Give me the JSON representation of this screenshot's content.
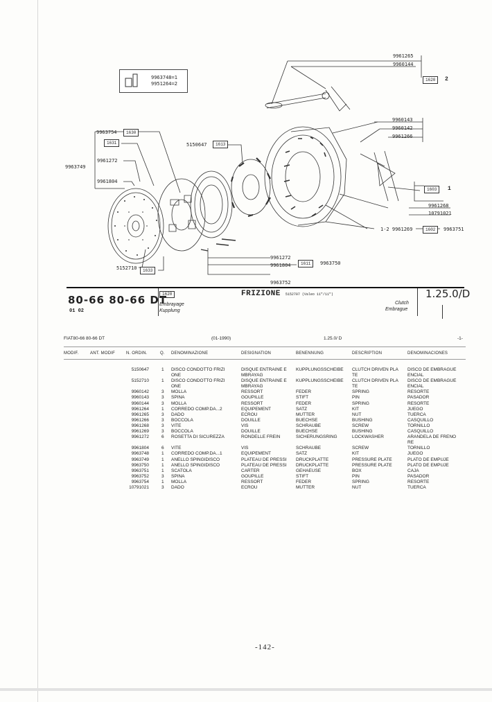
{
  "diagram": {
    "kit_box": {
      "line1": "9963748=1",
      "line2": "9951264=2"
    },
    "labels": {
      "p9961265": "9961265",
      "p9960144": "9960144",
      "p9960143": "9960143",
      "p9960142": "9960142",
      "p9961266": "9961266",
      "p9963754": "9963754",
      "p9963749": "9963749",
      "p9961272a": "9961272",
      "p9961804a": "9961804",
      "p5150647": "5150647",
      "p9961268": "9961268",
      "p10791021": "10791021",
      "p9961269": "1-2 9961269",
      "p9963751": "9963751",
      "p9961272b": "9961272",
      "p9961804b": "9961804",
      "p9963750": "9963750",
      "p9963752": "9963752",
      "p5152710": "5152710"
    },
    "ref_boxes": {
      "b1620": "1620",
      "b1630": "1630",
      "b1631": "1631",
      "b1613": "1613",
      "b1603": "1603",
      "b1602": "1602",
      "b1611": "1611",
      "b1633": "1633"
    },
    "side_markers": {
      "m2": "2",
      "m1": "1"
    }
  },
  "title_block": {
    "model": "80-66 80-66 DT",
    "model_sub": "01 02",
    "group_box": "1620",
    "lang_es": "Embrayage",
    "lang_de": "Kupplung",
    "title": "FRIZIONE",
    "title_sub": "5152707 (Valeo 11\"/11\")",
    "lang_en": "Clutch",
    "lang_es2": "Embrague",
    "code": "1.25.0/D"
  },
  "meta": {
    "model": "FIAT80-66 80-66 DT",
    "date": "(01-1990)",
    "code": "1.25.0/ D",
    "page": "-1-"
  },
  "table": {
    "headers": {
      "modif": "MODIF.",
      "ant_modif": "ANT. MODIF",
      "n_ordin": "N. ORDIN.",
      "q": "Q.",
      "denominazione": "DENOMINAZIONE",
      "designation": "DESIGNATION",
      "benennung": "BENENNUNG",
      "description": "DESCRIPTION",
      "denominaciones": "DENOMINACIONES"
    },
    "n_ordin": "5150647\n\n5152710\n\n9960142\n9960143\n9960144\n9961264\n9961265\n9961266\n9961268\n9961269\n9961272\n\n9961804\n9963748\n9963749\n9963750\n9963751\n9963752\n9963754\n10791021",
    "q": "1\n\n1\n\n3\n3\n3\n1\n3\n3\n3\n3\n6\n\n6\n1\n1\n1\n1\n3\n1\n3",
    "denominazione": "DISCO CONDOTTO FRIZI\nONE\nDISCO CONDOTTO FRIZI\nONE\nMOLLA\nSPINA\nMOLLA\nCORREDO COMP.DA...2\nDADO\nBOCCOLA\nVITE\nBOCCOLA\nROSETTA DI SICUREZZA\n\nVITE\nCORREDO COMP.DA...1\nANELLO SPINGIDISCO\nANELLO SPINGIDISCO\nSCATOLA\nSPINA\nMOLLA\nDADO",
    "designation": "DISQUE ENTRAINE E\nMBRAYAG\nDISQUE ENTRAINE E\nMBRAYAG\nRESSORT\nGOUPILLE\nRESSORT\nEQUIPEMENT\nECROU\nDOUILLE\nVIS\nDOUILLE\nRONDELLE FREIN\n\nVIS\nEQUIPEMENT\nPLATEAU DE PRESSI\nPLATEAU DE PRESSI\nCARTER\nGOUPILLE\nRESSORT\nECROU",
    "benennung": "KUPPLUNGSSCHEIBE\n\nKUPPLUNGSSCHEIBE\n\nFEDER\nSTIFT\nFEDER\nSATZ\nMUTTER\nBUECHSE\nSCHRAUBE\nBUECHSE\nSICHERUNGSRING\n\nSCHRAUBE\nSATZ\nDRUCKPLATTE\nDRUCKPLATTE\nGEHAEUSE\nSTIFT\nFEDER\nMUTTER",
    "description": "CLUTCH DRIVEN PLA\nTE\nCLUTCH DRIVEN PLA\nTE\nSPRING\nPIN\nSPRING\nKIT\nNUT\nBUSHING\nSCREW\nBUSHING\nLOCKWASHER\n\nSCREW\nKIT\nPRESSURE PLATE\nPRESSURE PLATE\nBOX\nPIN\nSPRING\nNUT",
    "denominaciones": "DISCO DE EMBRAGUE\nENCIAL\nDISCO DE EMBRAGUE\nENCIAL\nRESORTE\nPASADOR\nRESORTE\nJUEGO\nTUERCA\nCASQUILLO\nTORNILLO\nCASQUILLO\nARANDELA DE FRENO\nRE\nTORNILLO\nJUEGO\nPLATO DE EMPUJE\nPLATO DE EMPUJE\nCAJA\nPASADOR\nRESORTE\nTUERCA"
  },
  "page_number": "-142-"
}
